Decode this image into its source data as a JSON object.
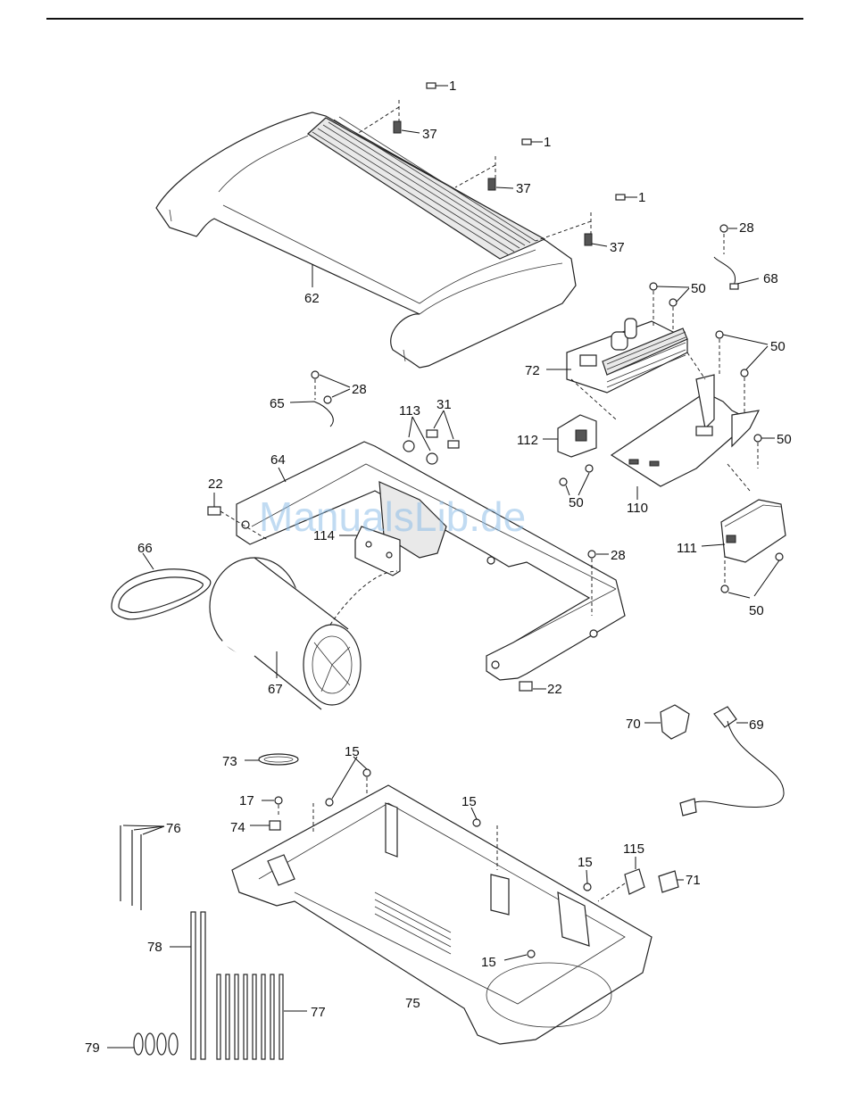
{
  "watermark": "ManualsLib.de",
  "labels": {
    "l1a": "1",
    "l1b": "1",
    "l1c": "1",
    "l37a": "37",
    "l37b": "37",
    "l37c": "37",
    "l62": "62",
    "l28a": "28",
    "l28b": "28",
    "l28c": "28",
    "l68": "68",
    "l50a": "50",
    "l50b": "50",
    "l50c": "50",
    "l50d": "50",
    "l50e": "50",
    "l72": "72",
    "l65": "65",
    "l113": "113",
    "l31": "31",
    "l112": "112",
    "l110": "110",
    "l22a": "22",
    "l22b": "22",
    "l64": "64",
    "l66": "66",
    "l114": "114",
    "l111": "111",
    "l67": "67",
    "l70": "70",
    "l69": "69",
    "l73": "73",
    "l15a": "15",
    "l15b": "15",
    "l15c": "15",
    "l15d": "15",
    "l17": "17",
    "l74": "74",
    "l76": "76",
    "l115": "115",
    "l71": "71",
    "l78": "78",
    "l77": "77",
    "l75": "75",
    "l79": "79"
  }
}
